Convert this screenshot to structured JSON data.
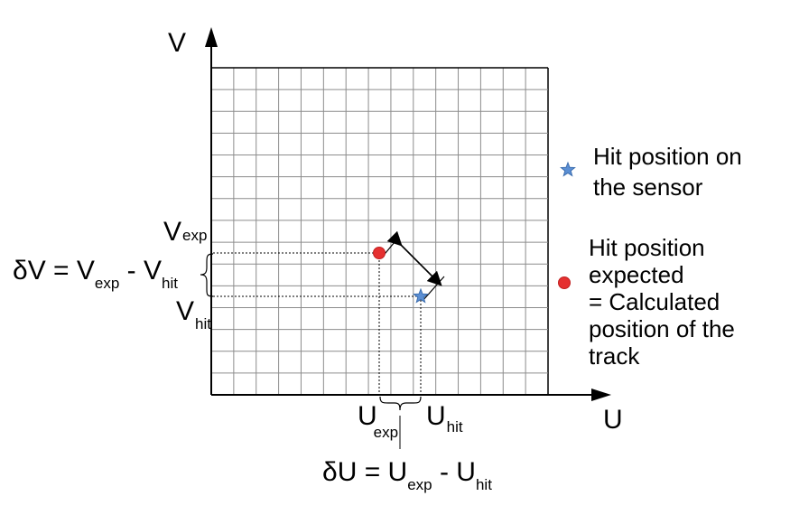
{
  "axes": {
    "v_label": "V",
    "u_label": "U"
  },
  "grid": {
    "columns": 15,
    "rows": 15,
    "line_color": "#8c8c8c"
  },
  "markers": {
    "expected_color": "#e53030",
    "hit_color": "#5b8fd4"
  },
  "labels": {
    "v_exp_main": "V",
    "v_exp_sub": "exp",
    "v_hit_main": "V",
    "v_hit_sub": "hit",
    "u_exp_main": "U",
    "u_exp_sub": "exp",
    "u_hit_main": "U",
    "u_hit_sub": "hit"
  },
  "formulas": {
    "delta_v": {
      "prefix": "δV = V",
      "sub1": "exp",
      "mid": " - V",
      "sub2": "hit"
    },
    "delta_u": {
      "prefix": "δU = U",
      "sub1": "exp",
      "mid": " - U",
      "sub2": "hit"
    }
  },
  "legend": {
    "hit": [
      "Hit position on",
      "the sensor"
    ],
    "expected": [
      "Hit position",
      "expected",
      "= Calculated",
      "position of the",
      "track"
    ]
  }
}
